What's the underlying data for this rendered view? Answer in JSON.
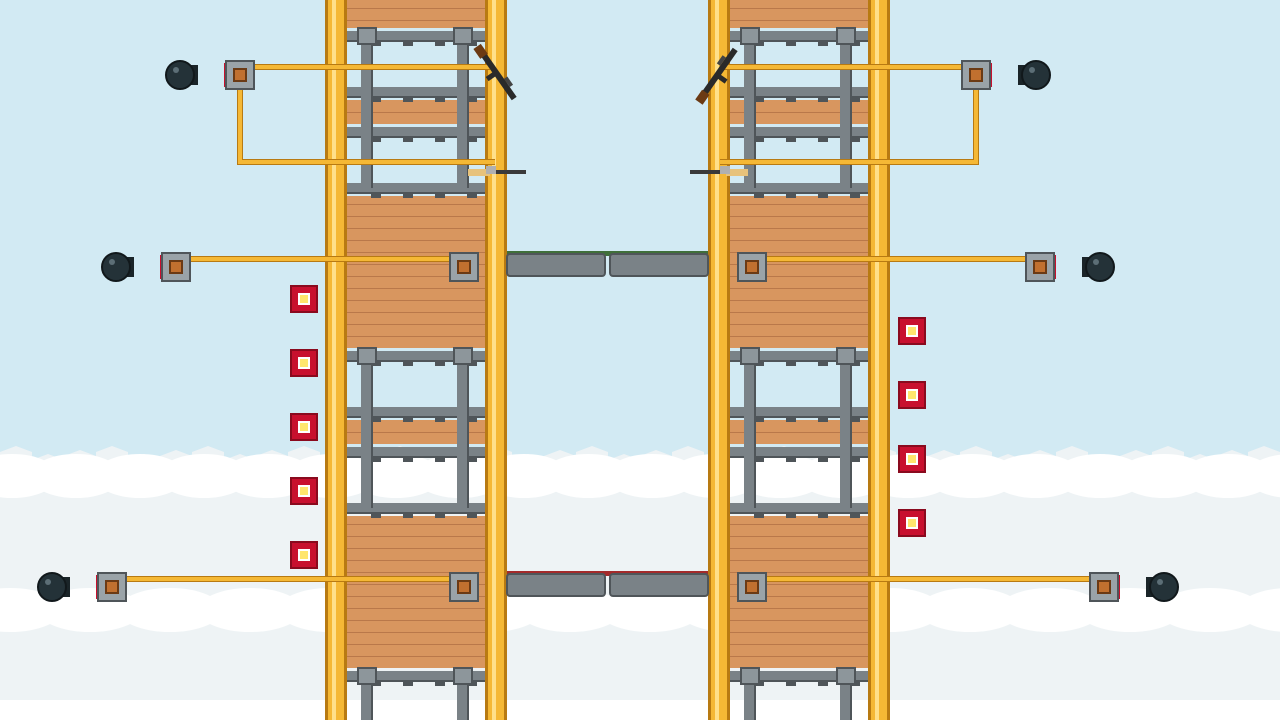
{
  "scene": {
    "type": "side-view-pixel-art-level",
    "theme": "sky-fortress",
    "towers": [
      "left",
      "right"
    ],
    "weapons": {
      "left_tower": [
        "rifle",
        "flintlock-musket"
      ],
      "right_tower": [
        "rifle",
        "flintlock-musket"
      ]
    },
    "cannons": {
      "left_side": 3,
      "right_side": 3
    },
    "collectibles": {
      "left_column": 5,
      "right_column": 4,
      "style": "red-square-with-yellow-core"
    },
    "bridges": [
      {
        "level": "upper",
        "rail_color": "#3f6f3a"
      },
      {
        "level": "lower",
        "rail_color": "#a42a2a"
      }
    ]
  },
  "colors": {
    "sky": "#d2eaf3",
    "cloud": "#ffffff",
    "cloud_shade": "#eef3f5",
    "pole": "#f5b835",
    "pole_edge": "#b87a12",
    "wood": "#d8965f",
    "wood_line": "#b9784a",
    "steel": "#7a8287",
    "steel_dark": "#4f5559",
    "cannon": "#243238",
    "token_red": "#c8102e",
    "token_yellow": "#ffe66d"
  }
}
